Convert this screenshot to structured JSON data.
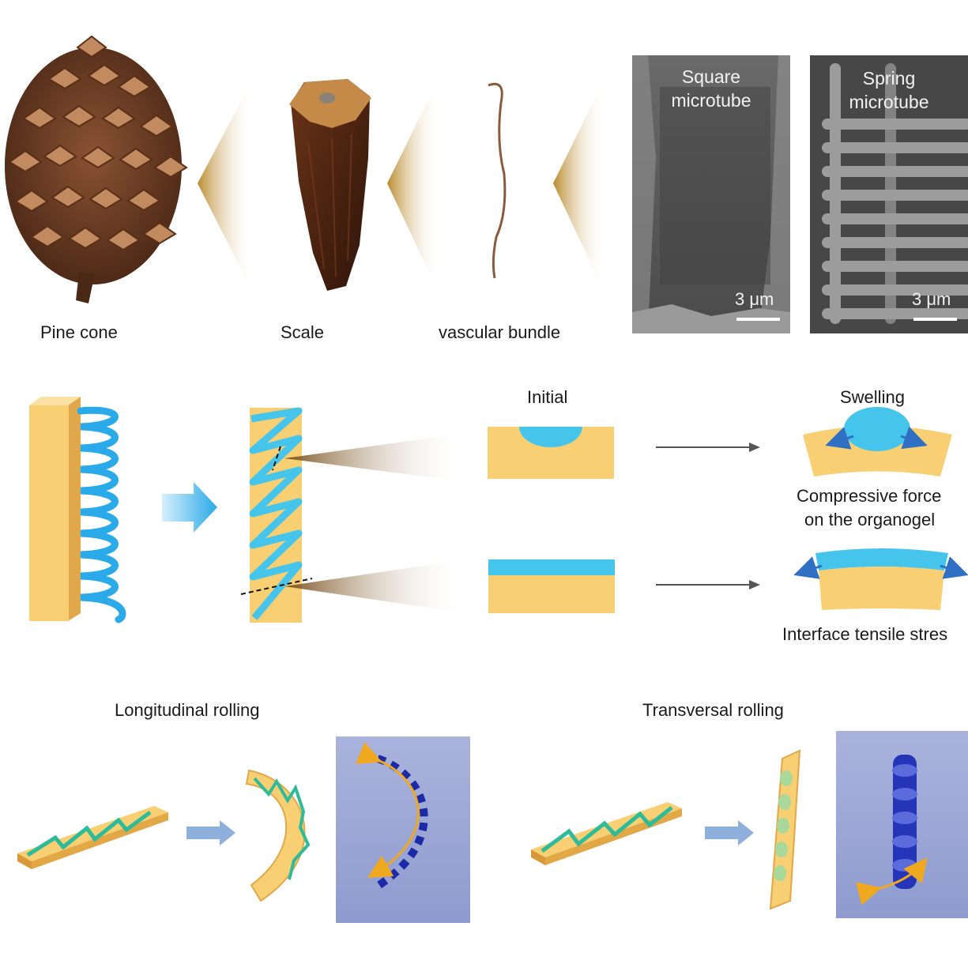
{
  "colors": {
    "gel_yellow": "#f8cf72",
    "gel_blue": "#45c4ec",
    "arrow_blue": "#2f6fc4",
    "chevron_gold": "#c8a24e",
    "sem_gray": "#5a5a5a",
    "photo_bg": "#9aa7d6"
  },
  "top_row": {
    "pine_cone_label": "Pine cone",
    "scale_label": "Scale",
    "vascular_label": "vascular bundle",
    "sem_square": {
      "title_line1": "Square",
      "title_line2": "microtube",
      "scale_bar": "3 μm"
    },
    "sem_spring": {
      "title_line1": "Spring",
      "title_line2": "microtube",
      "scale_bar": "3 μm"
    }
  },
  "middle_row": {
    "initial_label": "Initial",
    "swelling_label": "Swelling",
    "compressive_line1": "Compressive force",
    "compressive_line2": "on the organogel",
    "interface_label": "Interface tensile stres"
  },
  "bottom_row": {
    "longitudinal_label": "Longitudinal rolling",
    "transversal_label": "Transversal rolling"
  }
}
